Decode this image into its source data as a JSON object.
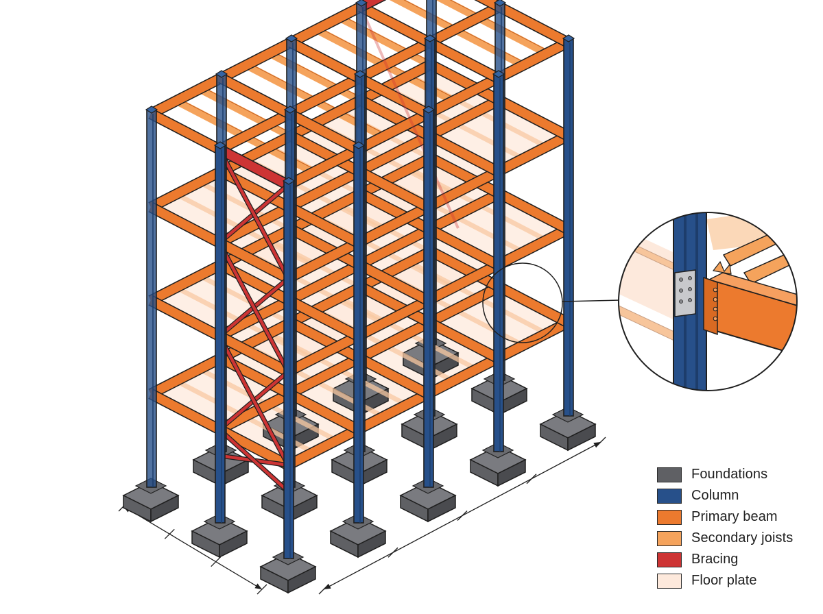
{
  "palette": {
    "foundations": "#5f6064",
    "column": "#27508a",
    "primary_beam": "#ec7a2e",
    "secondary_joists": "#f5a35c",
    "bracing": "#cd3434",
    "floor_plate": "#fde9dc",
    "outline": "#1f1f1f",
    "dimension_line": "#1f1f1f"
  },
  "legend": [
    {
      "label": "Foundations",
      "color": "#5f6064"
    },
    {
      "label": "Column",
      "color": "#27508a"
    },
    {
      "label": "Primary beam",
      "color": "#ec7a2e"
    },
    {
      "label": "Secondary joists",
      "color": "#f5a35c"
    },
    {
      "label": "Bracing",
      "color": "#cd3434"
    },
    {
      "label": "Floor plate",
      "color": "#fde9dc"
    }
  ],
  "structure": {
    "grid_bays_long": 4,
    "grid_bays_short": 2,
    "levels": 4,
    "view": "isometric",
    "detail_callout": "beam-to-column connection"
  }
}
